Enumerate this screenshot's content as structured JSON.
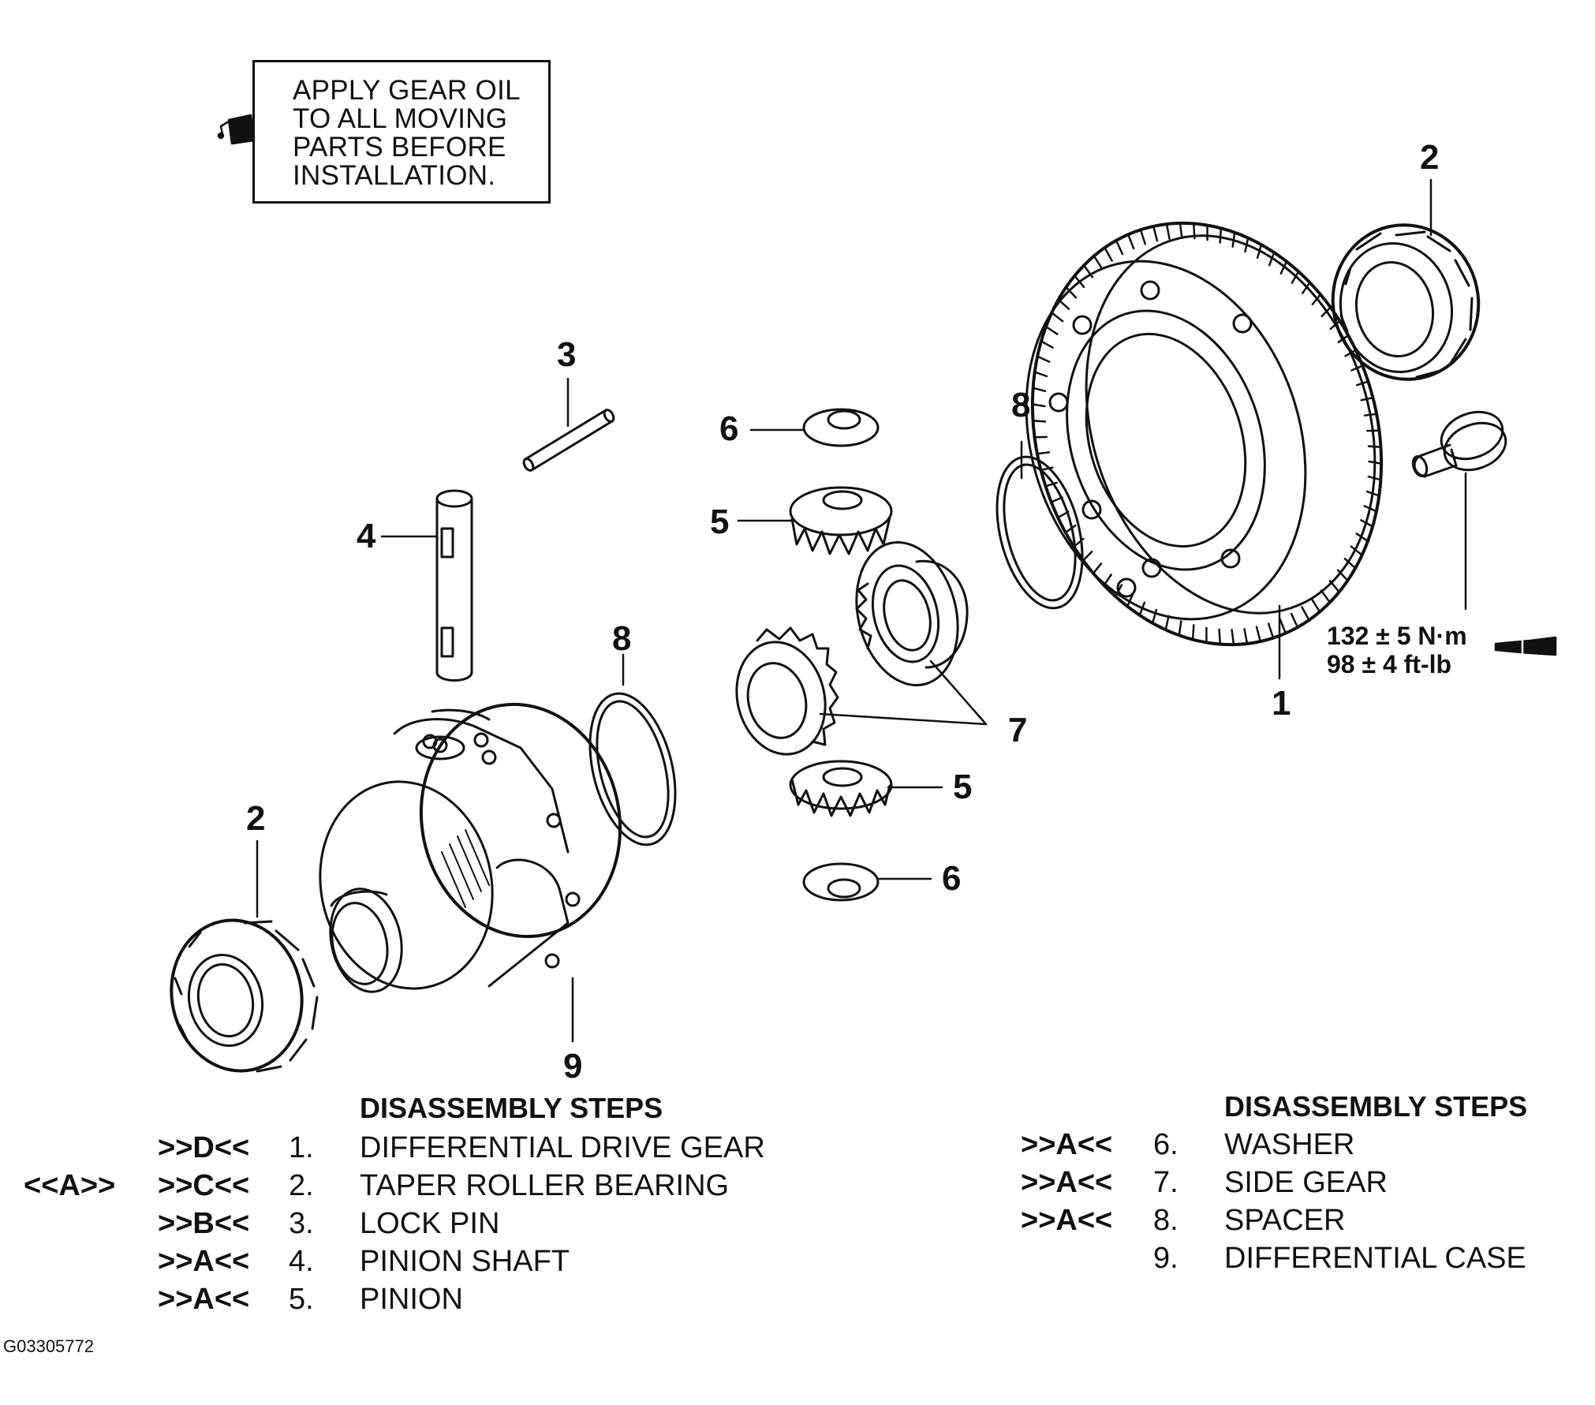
{
  "note": {
    "lines": [
      "APPLY GEAR OIL",
      "TO ALL MOVING",
      "PARTS BEFORE",
      "INSTALLATION."
    ],
    "icon": "oil-can-icon"
  },
  "callouts": {
    "c1": "1",
    "c2a": "2",
    "c2b": "2",
    "c3": "3",
    "c4": "4",
    "c5a": "5",
    "c5b": "5",
    "c6a": "6",
    "c6b": "6",
    "c7": "7",
    "c8a": "8",
    "c8b": "8",
    "c9": "9"
  },
  "torque": {
    "metric": "132 ± 5 N·m",
    "imperial": "98 ± 4 ft-lb",
    "icon": "torque-wrench-icon"
  },
  "steps_left": {
    "heading": "DISASSEMBLY STEPS",
    "rows": [
      {
        "pre": "",
        "ref": ">>D<<",
        "num": "1.",
        "name": "DIFFERENTIAL DRIVE GEAR"
      },
      {
        "pre": "<<A>>",
        "ref": ">>C<<",
        "num": "2.",
        "name": "TAPER ROLLER BEARING"
      },
      {
        "pre": "",
        "ref": ">>B<<",
        "num": "3.",
        "name": "LOCK PIN"
      },
      {
        "pre": "",
        "ref": ">>A<<",
        "num": "4.",
        "name": "PINION SHAFT"
      },
      {
        "pre": "",
        "ref": ">>A<<",
        "num": "5.",
        "name": "PINION"
      }
    ]
  },
  "steps_right": {
    "heading": "DISASSEMBLY STEPS",
    "rows": [
      {
        "ref": ">>A<<",
        "num": "6.",
        "name": "WASHER"
      },
      {
        "ref": ">>A<<",
        "num": "7.",
        "name": "SIDE GEAR"
      },
      {
        "ref": ">>A<<",
        "num": "8.",
        "name": "SPACER"
      },
      {
        "ref": "",
        "num": "9.",
        "name": "DIFFERENTIAL CASE"
      }
    ]
  },
  "figure_id": "G03305772"
}
